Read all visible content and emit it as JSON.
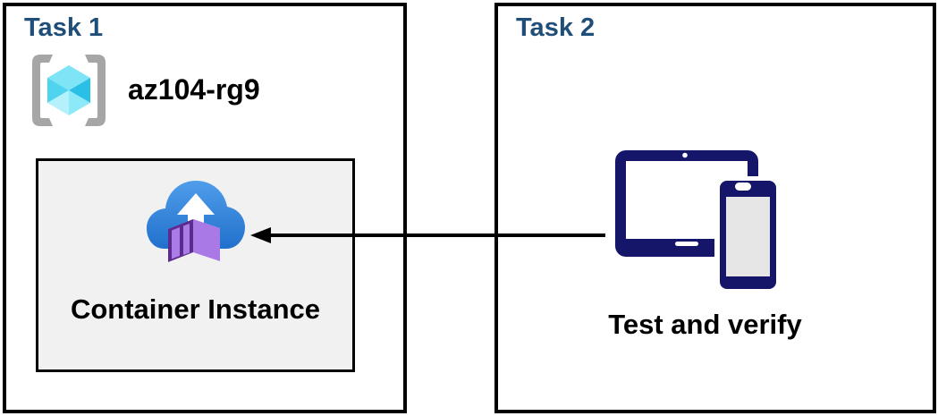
{
  "task1": {
    "title": "Task 1",
    "resource_group_name": "az104-rg9",
    "container_label": "Container Instance"
  },
  "task2": {
    "title": "Task 2",
    "devices_label": "Test and verify"
  },
  "arrow": {
    "from": "Test and verify devices (Task 2)",
    "to": "Container Instance (Task 1)",
    "direction": "right-to-left"
  },
  "icons": {
    "resource_group": "resource-group-brackets-cube-icon",
    "container_instance": "cloud-upload-container-icon",
    "devices": "tablet-and-phone-icon"
  },
  "colors": {
    "task_title": "#1f4e79",
    "label": "#000000",
    "box_border": "#000000",
    "panel_bg": "#f1f1f1",
    "arrow": "#000000",
    "navy": "#151569",
    "screen_gray": "#e6e6e6",
    "bracket": "#a6a6a6",
    "cube_top": "#7fe5f6",
    "cube_left": "#4fd4f0",
    "cube_right": "#2abfe6",
    "cube_bl": "#b5f1fb",
    "cube_br": "#8ce9f8",
    "cloud_top": "#4f9dea",
    "cloud_bottom": "#2170cc",
    "purple_dark": "#5b2b8e",
    "purple_mid": "#aa7ce8",
    "purple_side": "#a97ae6",
    "purple_light": "#c8a2f4"
  }
}
